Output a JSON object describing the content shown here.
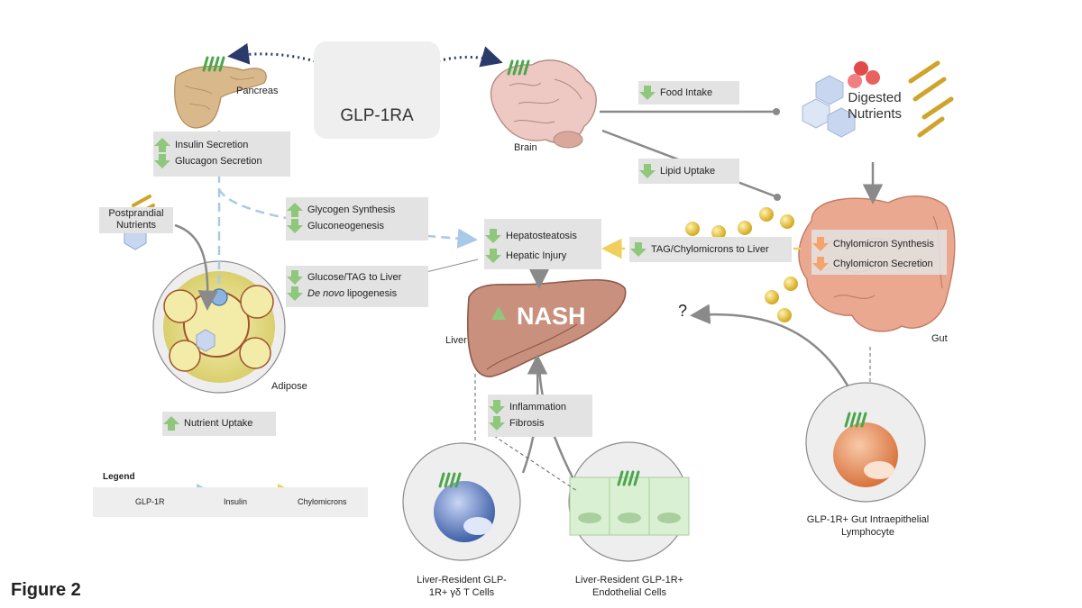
{
  "center_label": "GLP-1RA",
  "organs": {
    "pancreas": "Pancreas",
    "brain": "Brain",
    "liver": "Liver",
    "gut": "Gut",
    "adipose": "Adipose",
    "nash": "NASH",
    "digested_nutrients": "Digested Nutrients",
    "postprandial_nutrients": "Postprandial Nutrients",
    "unknown_effect": "?"
  },
  "effects": {
    "insulin_secretion": "Insulin Secretion",
    "glucagon_secretion": "Glucagon Secretion",
    "glycogen_synthesis": "Glycogen Synthesis",
    "gluconeogenesis": "Gluconeogenesis",
    "glucose_tag_to_liver": "Glucose/TAG to Liver",
    "de_novo_italic": "De novo",
    "lipogenesis": "lipogenesis",
    "food_intake": "Food Intake",
    "lipid_uptake": "Lipid Uptake",
    "hepatosteatosis": "Hepatosteatosis",
    "hepatic_injury": "Hepatic Injury",
    "tag_chylomicrons_to_liver": "TAG/Chylomicrons to Liver",
    "chylomicron_synthesis": "Chylomicron Synthesis",
    "chylomicron_secretion": "Chylomicron Secretion",
    "inflammation": "Inflammation",
    "fibrosis": "Fibrosis",
    "nutrient_uptake": "Nutrient Uptake"
  },
  "cells": {
    "gd_t_cells": "Liver-Resident GLP-1R+ γδ T Cells",
    "endothelial": "Liver-Resident GLP-1R+ Endothelial Cells",
    "iel": "GLP-1R+ Gut Intraepithelial Lymphocyte"
  },
  "legend": {
    "title": "Legend",
    "glp1r": "GLP-1R",
    "insulin": "Insulin",
    "chylomicrons": "Chylomicrons"
  },
  "figure_label": "Figure 2",
  "colors": {
    "up_down_arrow": "#8fc77c",
    "orange_arrow": "#f5a46b",
    "insulin_line": "#a9c9e8",
    "chylo_line": "#f2cf5a",
    "navy_dots": "#2b3a6b",
    "receptor": "#4aa64a"
  }
}
